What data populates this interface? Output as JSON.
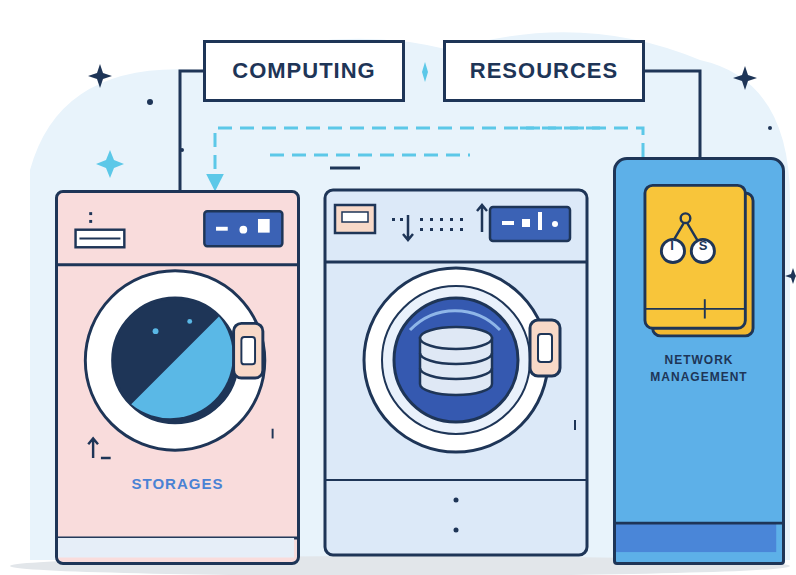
{
  "diagram": {
    "nodes": [
      {
        "text": [
          "COMPUTING"
        ]
      },
      {
        "text": [
          "RESOURCES"
        ]
      },
      {
        "text": [
          "STORAGES"
        ]
      },
      {
        "text": [
          "NETWORK MANAGEMENT"
        ]
      }
    ],
    "edges": [
      {
        "from": 0,
        "to": 2,
        "arrow": "none"
      },
      {
        "from": 1,
        "to": 3,
        "arrow": "none"
      },
      {
        "from": 3,
        "to": 2,
        "arrow": "to"
      }
    ],
    "labels": [
      "I",
      "S"
    ]
  }
}
